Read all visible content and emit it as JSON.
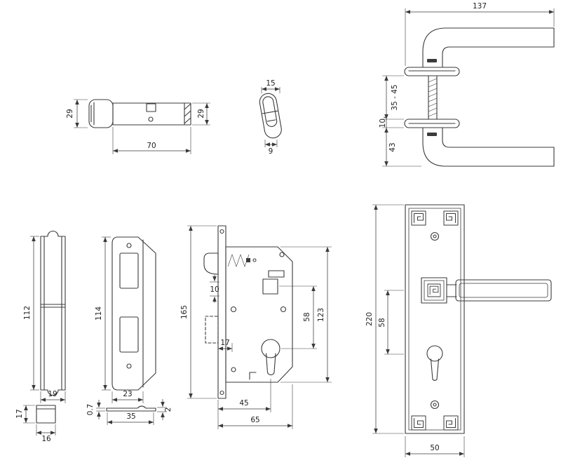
{
  "sheet": {
    "background": "#ffffff",
    "line_color": "#3a3a3a"
  },
  "figures": {
    "cylinder": {
      "dim_knob_height": "29",
      "dim_body_height": "29",
      "dim_length": "70"
    },
    "keyway": {
      "dim_width": "15",
      "dim_stem_width": "9"
    },
    "lever_side": {
      "dim_length": "137",
      "dim_door_thickness": "35 - 45",
      "dim_rose_thickness": "10,",
      "dim_lever_drop": "43"
    },
    "faceplate": {
      "dim_height": "112",
      "dim_width": "19",
      "section": {
        "dim_height": "17",
        "dim_width": "16"
      }
    },
    "strike_plate": {
      "dim_height": "114",
      "dim_width": "23",
      "section": {
        "dim_thickness": "0.7",
        "dim_width": "35",
        "dim_lip": "2"
      }
    },
    "lock_body": {
      "dim_height": "165",
      "dim_latch_offset": "10",
      "dim_bolt_throw": "17",
      "dim_centers": "58",
      "dim_case_height": "123",
      "dim_backset": "45",
      "dim_depth": "65"
    },
    "back_plate": {
      "dim_height": "220",
      "dim_centers": "58",
      "dim_width": "50"
    }
  }
}
